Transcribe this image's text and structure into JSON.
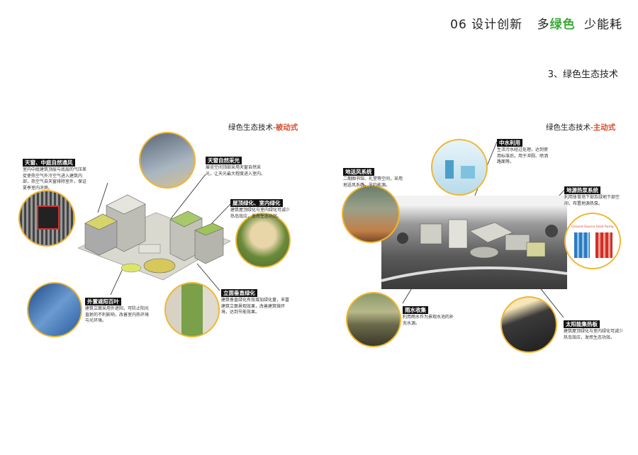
{
  "header": {
    "prefix": "06 设计创新",
    "mid_pre": "多",
    "mid_green": "绿色",
    "suffix": "少能耗"
  },
  "section_title": "3、绿色生态技术",
  "passive": {
    "title_pre": "绿色生态技术-",
    "title_accent": "被动式",
    "items": [
      {
        "label": "天窗、中庭自然通风",
        "desc": "室内中庭建筑顶层与底层的气压差促使热空气外冷空气进入建筑内部，热空气自天窗排除室外，保证夏季室内凉爽。"
      },
      {
        "label": "天窗自然采光",
        "desc": "展览空间顶部采用天窗自然采光，让天光最大程度进入室内。"
      },
      {
        "label": "屋顶绿化、室内绿化",
        "desc": "建筑屋顶绿化与室内绿化可减少热岛效应，发挥生态功效。"
      },
      {
        "label": "外置遮阳百叶",
        "desc": "建筑立面采用外遮阳，可防止阳光直射的不利影响，改善室内热环境与光环境。"
      },
      {
        "label": "立面垂直绿化",
        "desc": "建筑垂直绿化有效增加绿化量，丰富建筑立面景观效果，改善建筑微环境，达到节能效果。"
      }
    ]
  },
  "active": {
    "title_pre": "绿色生态技术-",
    "title_accent": "主动式",
    "items": [
      {
        "label": "地送风系统",
        "desc": "二期图书馆、礼堂等空间，采用地送风系统，节约能源。"
      },
      {
        "label": "中水利用",
        "desc": "生活污水经过处理，达到使用标准后，用于冲厕、喷洒路面等。"
      },
      {
        "label": "地源热泵系统",
        "desc": "利用体育场下部及绿地下部空间，布置地源热泵。"
      },
      {
        "label": "雨水收集",
        "desc": "利用雨水作为景观水池的补充水源。"
      },
      {
        "label": "太阳能集热板",
        "desc": "建筑屋顶绿化与室内绿化可减少热岛效应，发挥生态功效。"
      }
    ]
  },
  "colors": {
    "accent_green": "#39a935",
    "accent_red": "#d94b2b",
    "circle_border": "#f0b632"
  },
  "icons": {
    "heat_pump_diagram_title": "Ground Source Heat Pump"
  }
}
